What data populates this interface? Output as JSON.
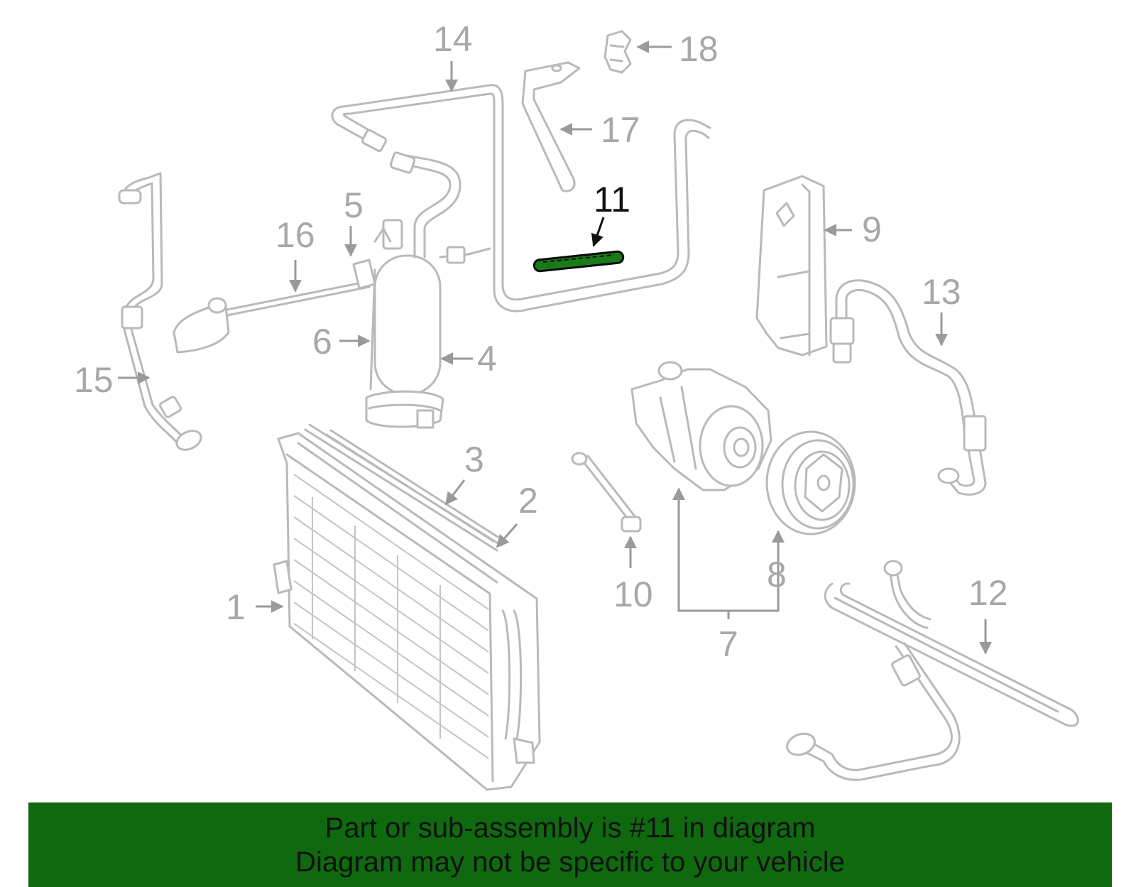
{
  "diagram": {
    "callouts": [
      {
        "id": "1",
        "label": "1"
      },
      {
        "id": "2",
        "label": "2"
      },
      {
        "id": "3",
        "label": "3"
      },
      {
        "id": "4",
        "label": "4"
      },
      {
        "id": "5",
        "label": "5"
      },
      {
        "id": "6",
        "label": "6"
      },
      {
        "id": "7",
        "label": "7"
      },
      {
        "id": "8",
        "label": "8"
      },
      {
        "id": "9",
        "label": "9"
      },
      {
        "id": "10",
        "label": "10"
      },
      {
        "id": "11",
        "label": "11"
      },
      {
        "id": "12",
        "label": "12"
      },
      {
        "id": "13",
        "label": "13"
      },
      {
        "id": "14",
        "label": "14"
      },
      {
        "id": "15",
        "label": "15"
      },
      {
        "id": "16",
        "label": "16"
      },
      {
        "id": "17",
        "label": "17"
      },
      {
        "id": "18",
        "label": "18"
      }
    ],
    "highlighted_part": "11",
    "colors": {
      "part_outline": "#b9b9b9",
      "highlight_part": "#1a7a1a",
      "banner_background": "#0f6a0f"
    }
  },
  "banner": {
    "line1": "Part or sub-assembly is #11 in diagram",
    "line2": "Diagram may not be specific to your vehicle"
  }
}
